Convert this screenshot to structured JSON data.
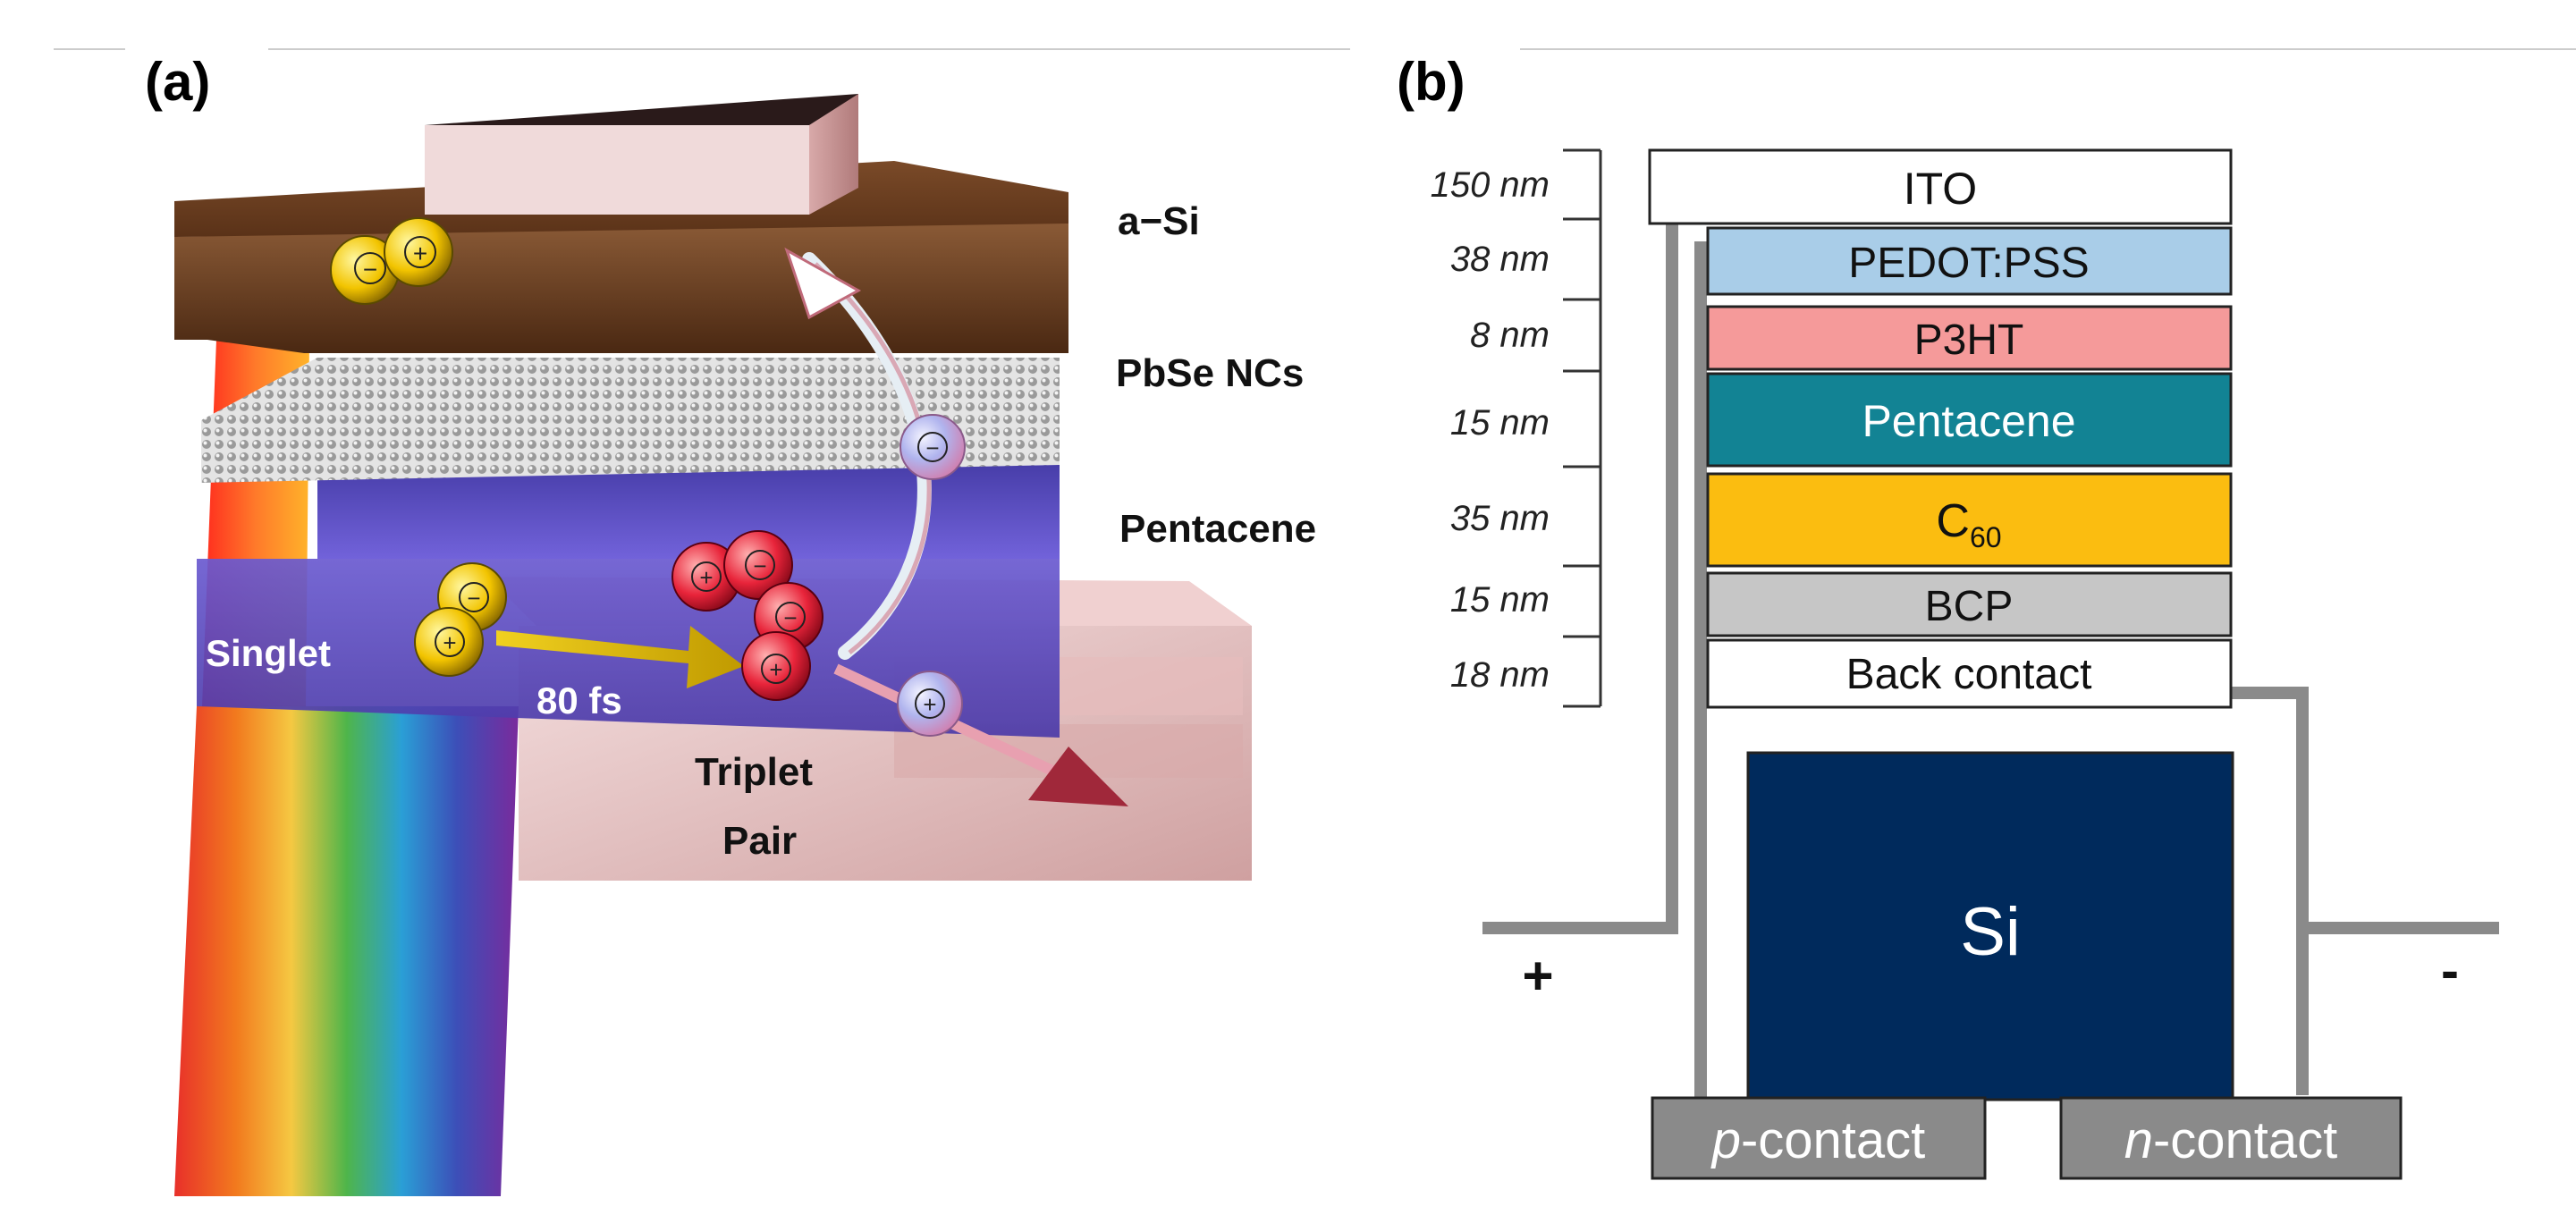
{
  "panel_a": {
    "label": "(a)",
    "layers": {
      "asi": "a−Si",
      "pbse": "PbSe NCs",
      "pentacene": "Pentacene"
    },
    "labels": {
      "singlet": "Singlet",
      "time": "80 fs",
      "triplet_line1": "Triplet",
      "triplet_line2": "Pair"
    },
    "charges": {
      "minus": "−",
      "plus": "+"
    }
  },
  "panel_b": {
    "label": "(b)",
    "thicknesses": [
      "150 nm",
      "38 nm",
      "8 nm",
      "15 nm",
      "35 nm",
      "15 nm",
      "18 nm"
    ],
    "layers": {
      "ito": "ITO",
      "pedot": "PEDOT:PSS",
      "p3ht": "P3HT",
      "pentacene": "Pentacene",
      "c60_base": "C",
      "c60_sub": "60",
      "bcp": "BCP",
      "back": "Back contact"
    },
    "substrate": "Si",
    "polarity": {
      "plus": "+",
      "minus": "-"
    },
    "contacts": {
      "p_letter": "p",
      "p_text": "-contact",
      "n_letter": "n",
      "n_text": "-contact"
    }
  }
}
